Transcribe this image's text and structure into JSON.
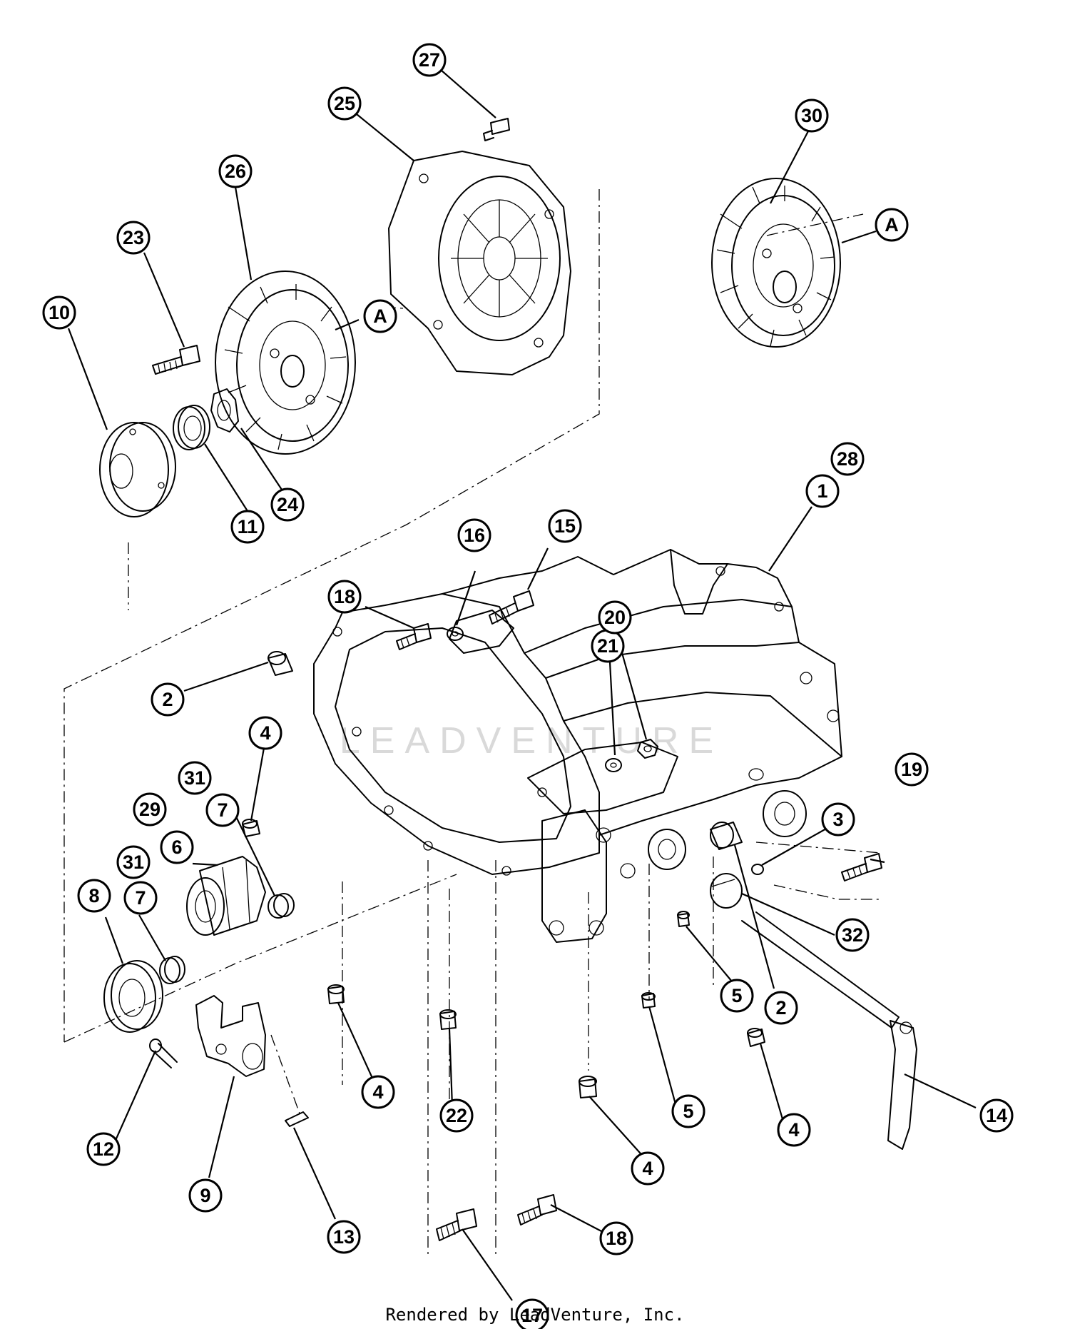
{
  "diagram": {
    "watermark": "LEADVENTURE",
    "footer": "Rendered by LeadVenture, Inc.",
    "callouts": [
      "27",
      "25",
      "30",
      "26",
      "A",
      "A",
      "23",
      "10",
      "11",
      "24",
      "28",
      "1",
      "16",
      "15",
      "18",
      "21",
      "20",
      "2",
      "4",
      "31",
      "7",
      "29",
      "6",
      "31",
      "7",
      "8",
      "3",
      "19",
      "32",
      "5",
      "2",
      "4",
      "22",
      "4",
      "12",
      "9",
      "13",
      "5",
      "4",
      "14",
      "17",
      "18"
    ]
  },
  "colors": {
    "ink": "#000000",
    "paper": "#ffffff",
    "watermark": "#d9d9d9"
  }
}
